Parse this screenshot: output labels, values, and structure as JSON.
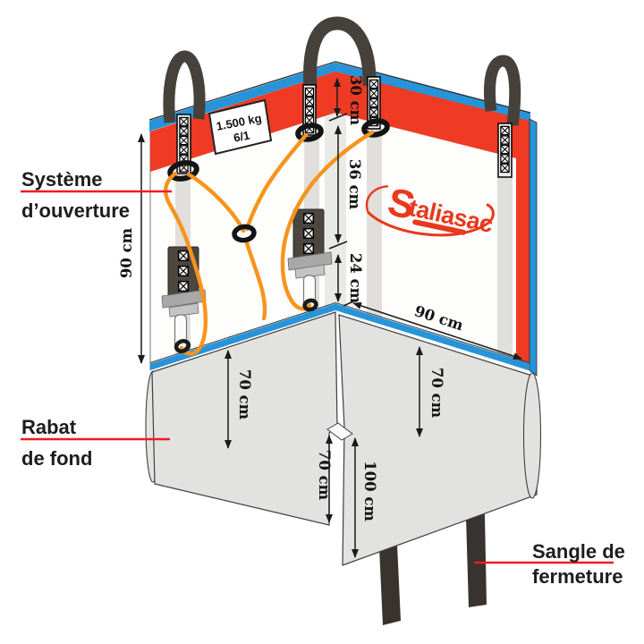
{
  "diagram": {
    "labels": {
      "opening_system_1": "Système",
      "opening_system_2": "d’ouverture",
      "bottom_flap_1": "Rabat",
      "bottom_flap_2": "de fond",
      "closing_strap_1": "Sangle de",
      "closing_strap_2": "fermeture"
    },
    "tag": {
      "line1": "1.500 kg",
      "line2": "6/1"
    },
    "logo": {
      "initial": "S",
      "rest": "taliasac"
    },
    "dimensions": {
      "bag_height_left": "90 cm",
      "top_to_seam": "30 cm",
      "seam_to_mid": "36 cm",
      "mid_to_bottom": "24 cm",
      "front_width_diagonal": "90 cm",
      "skirt_left": "70 cm",
      "skirt_center": "70 cm",
      "skirt_right": "70 cm",
      "flap_length": "100 cm"
    },
    "colors": {
      "band_red": "#ef3b24",
      "trim_blue": "#2794d9",
      "rope_orange": "#f7941d",
      "leader_red": "#ed1c24",
      "logo_red": "#e8391d",
      "skirt_gray": "#e2e2e0",
      "loop_dark": "#46413b"
    }
  }
}
